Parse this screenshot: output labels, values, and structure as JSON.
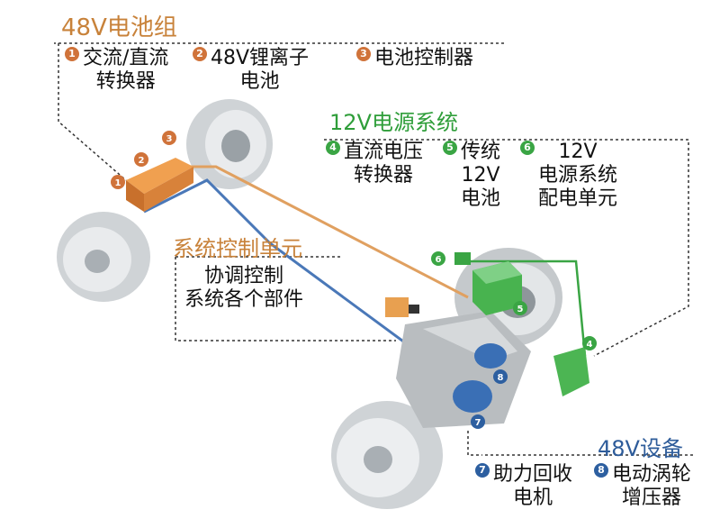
{
  "battery48": {
    "title": "48V电池组",
    "items": [
      {
        "num": "1",
        "line1": "交流/直流",
        "line2": "转换器"
      },
      {
        "num": "2",
        "line1": "48V锂离子",
        "line2": "电池"
      },
      {
        "num": "3",
        "line1": "电池控制器",
        "line2": ""
      }
    ]
  },
  "power12": {
    "title": "12V电源系统",
    "items": [
      {
        "num": "4",
        "line1": "直流电压",
        "line2": "转换器",
        "line3": ""
      },
      {
        "num": "5",
        "line1": "传统",
        "line2": "12V",
        "line3": "电池"
      },
      {
        "num": "6",
        "line1": "12V",
        "line2": "电源系统",
        "line3": "配电单元"
      }
    ]
  },
  "control": {
    "title": "系统控制单元",
    "line1": "协调控制",
    "line2": "系统各个部件"
  },
  "equip48": {
    "title": "48V设备",
    "items": [
      {
        "num": "7",
        "line1": "助力回收",
        "line2": "电机"
      },
      {
        "num": "8",
        "line1": "电动涡轮",
        "line2": "增压器"
      }
    ]
  },
  "markers": {
    "m1": "1",
    "m2": "2",
    "m3": "3",
    "m4": "4",
    "m5": "5",
    "m6": "6",
    "m7": "7",
    "m8": "8"
  },
  "colors": {
    "orange": "#c8823a",
    "green": "#2f9e3a",
    "blue": "#2e5c9a",
    "cable_orange": "#e0a060",
    "cable_blue": "#4a78b8"
  }
}
